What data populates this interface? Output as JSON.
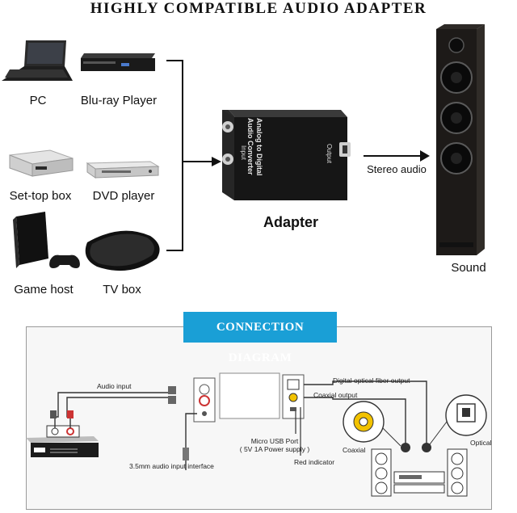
{
  "top": {
    "title": "HIGHLY COMPATIBLE AUDIO ADAPTER",
    "sources": [
      {
        "label": "PC",
        "icon": "laptop-icon"
      },
      {
        "label": "Blu-ray Player",
        "icon": "bluray-player-icon"
      },
      {
        "label": "Set-top box",
        "icon": "set-top-box-icon"
      },
      {
        "label": "DVD player",
        "icon": "dvd-player-icon"
      },
      {
        "label": "Game host",
        "icon": "game-console-icon"
      },
      {
        "label": "TV box",
        "icon": "tv-box-icon"
      }
    ],
    "adapter": {
      "label": "Adapter",
      "device_text_line1": "Analog to Digital",
      "device_text_line2": "Audio Converter",
      "input_label": "Input",
      "output_label": "Output"
    },
    "stereo_label": "Stereo audio",
    "speaker_label": "Sound"
  },
  "diagram": {
    "banner": "CONNECTION DIAGRAM",
    "labels": {
      "audio_input": "Audio input",
      "optical_output": "Digital optical fiber output",
      "coaxial_output": "Coaxial output",
      "usb_port_line1": "Micro USB Port",
      "usb_port_line2": "( 5V 1A Power supply )",
      "jack_interface": "3.5mm audio input interface",
      "red_indicator": "Red indicator",
      "coaxial": "Coaxial",
      "optical": "Optical"
    }
  },
  "colors": {
    "banner": "#1a9fd6",
    "panel_border": "#9a9a9a"
  }
}
